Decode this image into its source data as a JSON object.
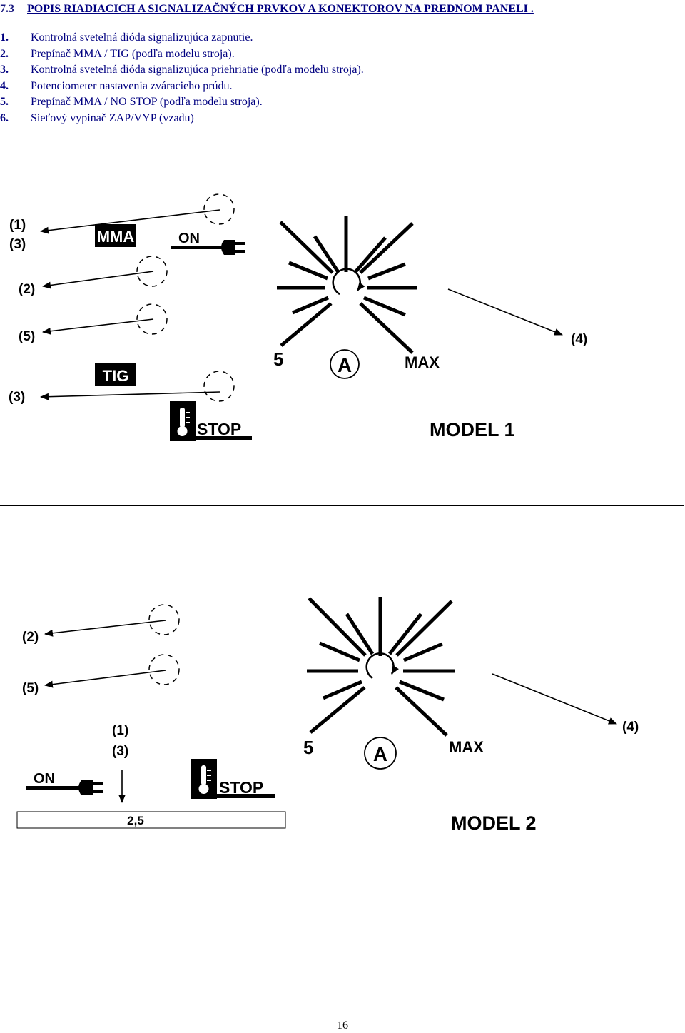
{
  "section": {
    "number": "7.3",
    "title": "POPIS RIADIACICH A SIGNALIZAČNÝCH PRVKOV A KONEKTOROV NA PREDNOM PANELI ."
  },
  "items": [
    {
      "num": "1.",
      "text": "Kontrolná svetelná dióda signalizujúca zapnutie."
    },
    {
      "num": "2.",
      "text": "Prepínač MMA / TIG (podľa modelu stroja)."
    },
    {
      "num": "3.",
      "text": "Kontrolná svetelná dióda signalizujúca priehriatie (podľa modelu stroja)."
    },
    {
      "num": "4.",
      "text": "Potenciometer nastavenia zváracieho prúdu."
    },
    {
      "num": "5.",
      "text": "Prepínač MMA / NO STOP (podľa modelu stroja)."
    },
    {
      "num": "6.",
      "text": "Sieťový vypinač ZAP/VYP (vzadu)"
    }
  ],
  "model1": {
    "label": "MODEL 1",
    "callout_1": "(1)",
    "callout_3a": "(3)",
    "callout_2": "(2)",
    "callout_5": "(5)",
    "callout_3b": "(3)",
    "callout_4": "(4)",
    "mma_label": "MMA",
    "on_label": "ON",
    "tig_label": "TIG",
    "stop_label": "STOP",
    "min_label": "5",
    "unit_label": "A",
    "max_label": "MAX"
  },
  "model2": {
    "label": "MODEL 2",
    "callout_2": "(2)",
    "callout_5": "(5)",
    "callout_1": "(1)",
    "callout_3": "(3)",
    "callout_4": "(4)",
    "on_label": "ON",
    "stop_label": "STOP",
    "min_label": "5",
    "unit_label": "A",
    "max_label": "MAX",
    "bar_value": "2,5"
  },
  "page_number": "16"
}
